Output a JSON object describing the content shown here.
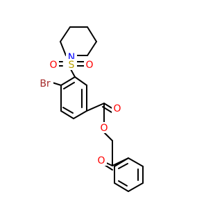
{
  "atoms": {
    "N": {
      "text": "N",
      "color": "#0000ff"
    },
    "S": {
      "text": "S",
      "color": "#b8a000"
    },
    "O1": {
      "text": "O",
      "color": "#ff0000"
    },
    "O2": {
      "text": "O",
      "color": "#ff0000"
    },
    "Br": {
      "text": "Br",
      "color": "#a52a2a"
    },
    "O3": {
      "text": "O",
      "color": "#ff0000"
    },
    "O4": {
      "text": "O",
      "color": "#ff0000"
    },
    "O5": {
      "text": "O",
      "color": "#ff0000"
    }
  },
  "bond_color": "#000000"
}
